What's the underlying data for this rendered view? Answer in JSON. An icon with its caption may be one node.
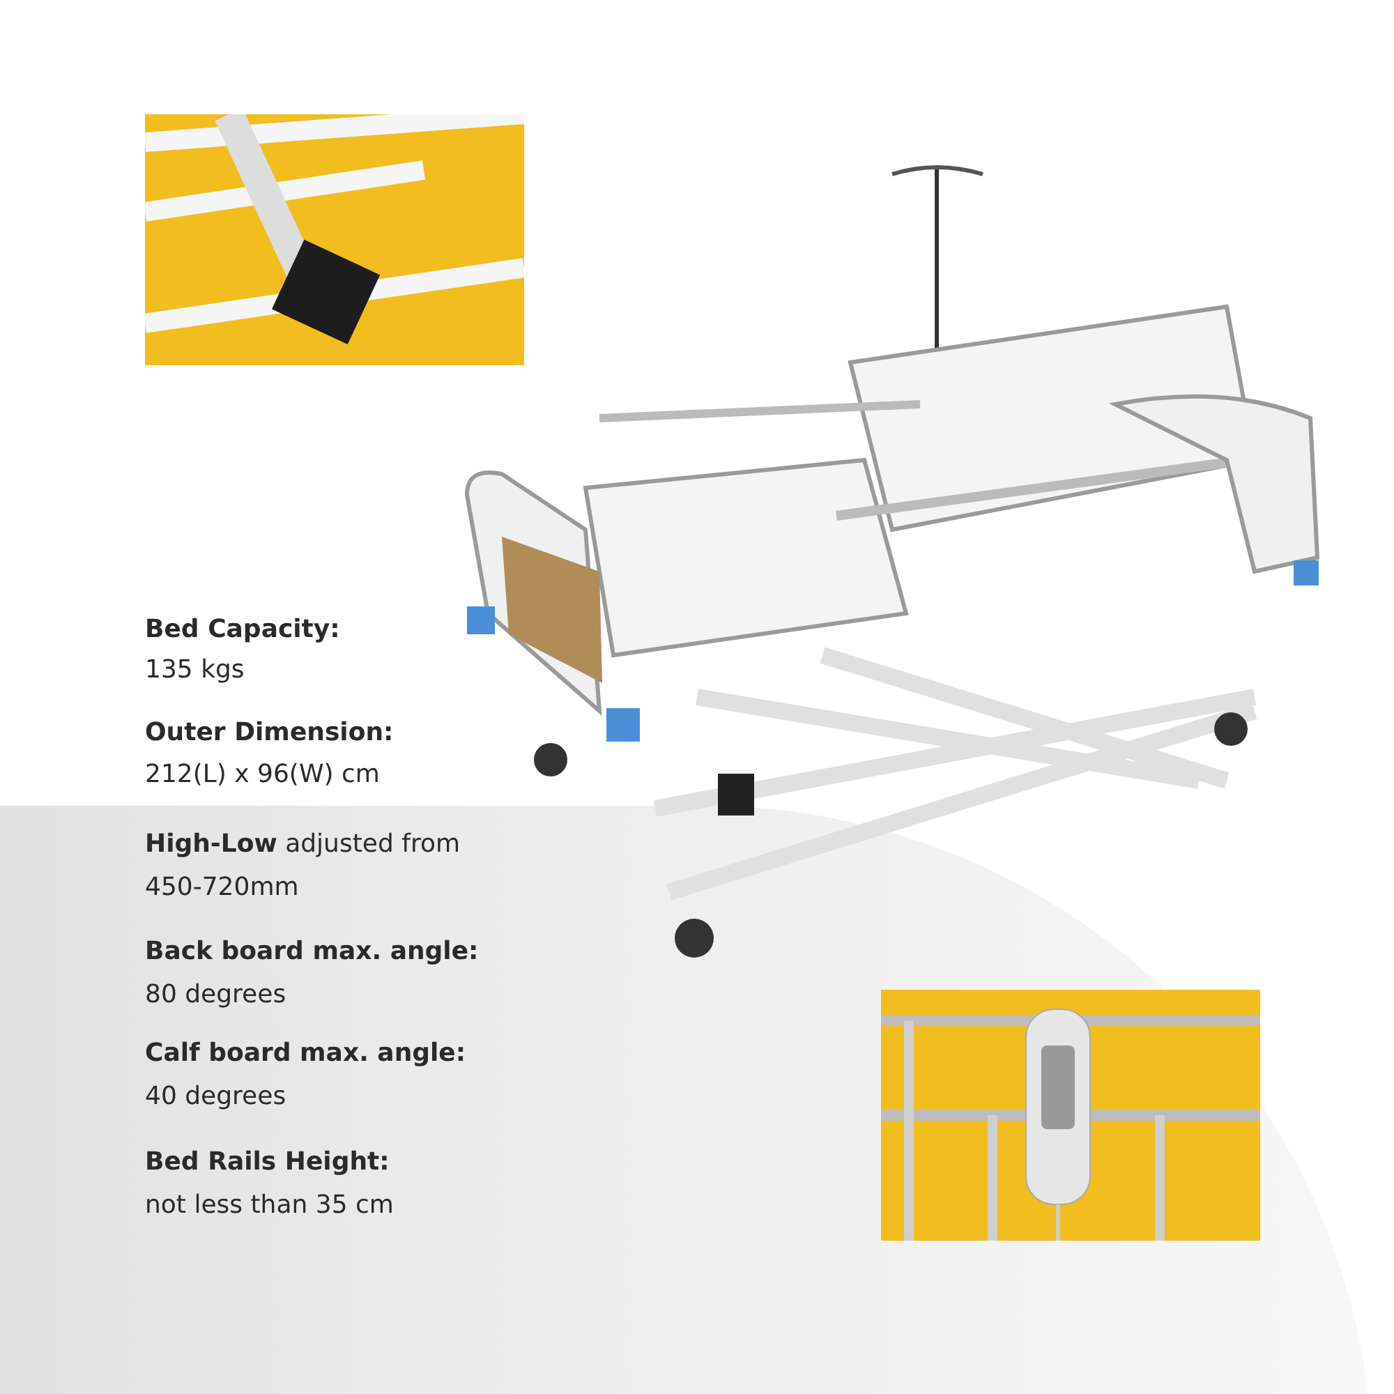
{
  "diagram": {
    "labels": [
      "Bed Capacity:",
      "135 kgs",
      "Outer Dimension:",
      "212(L) x 96(W) cm",
      "**High-Low** adjusted from 450-720mm",
      "Back board max. angle:",
      "80 degrees",
      "Calf board max. angle:",
      "40 degrees",
      "Bed Rails Height:",
      "not less than 35 cm"
    ]
  }
}
